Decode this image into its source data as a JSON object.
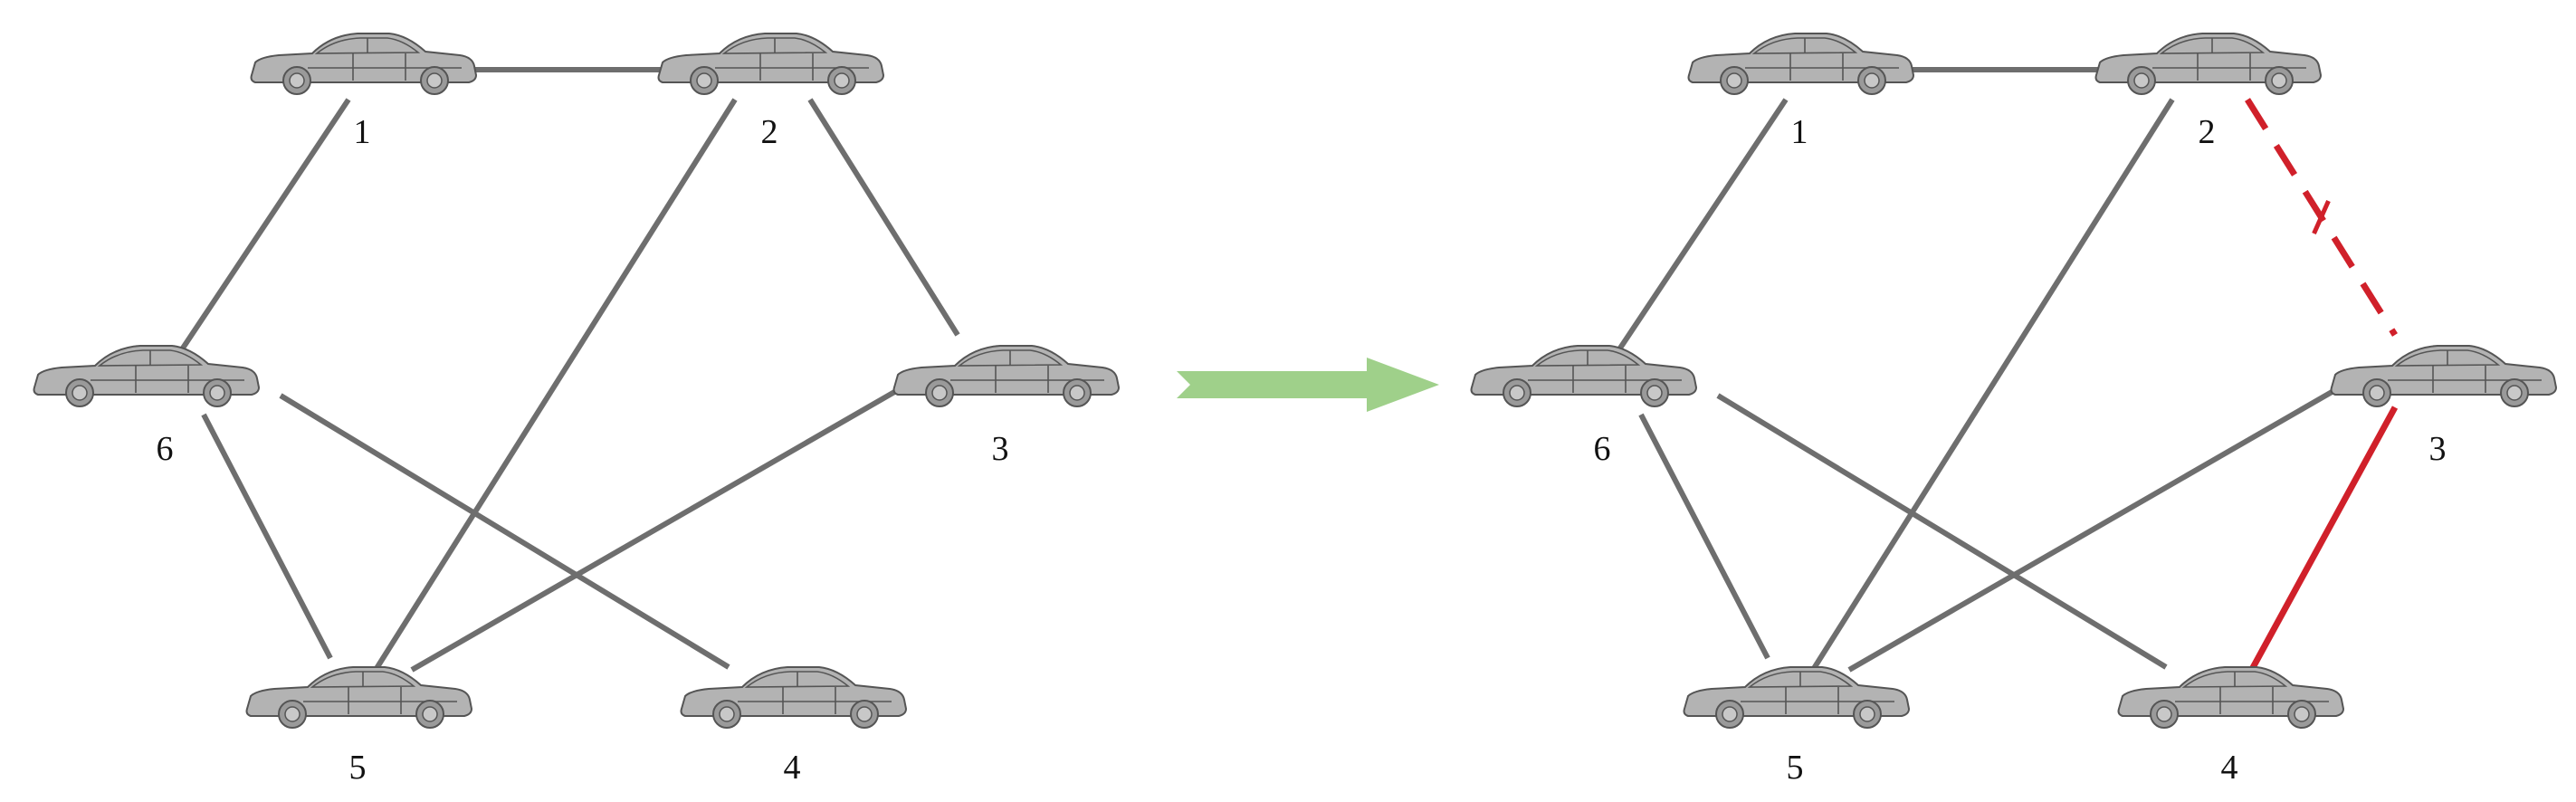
{
  "colors": {
    "edge": "#6e6e6e",
    "changed_edge": "#d0202a",
    "car_body": "#b3b3b3",
    "car_outline": "#555555",
    "arrow": "#9fd08a"
  },
  "icons": {
    "vehicle": "car-icon",
    "transition": "arrow-right-icon",
    "cut_marker": "slash-icon"
  },
  "panels": [
    {
      "id": "before",
      "nodes": [
        {
          "id": 1,
          "label": "1"
        },
        {
          "id": 2,
          "label": "2"
        },
        {
          "id": 3,
          "label": "3"
        },
        {
          "id": 4,
          "label": "4"
        },
        {
          "id": 5,
          "label": "5"
        },
        {
          "id": 6,
          "label": "6"
        }
      ],
      "edges": [
        {
          "from": 1,
          "to": 2,
          "style": "solid"
        },
        {
          "from": 1,
          "to": 6,
          "style": "solid"
        },
        {
          "from": 2,
          "to": 5,
          "style": "solid"
        },
        {
          "from": 2,
          "to": 3,
          "style": "solid"
        },
        {
          "from": 3,
          "to": 5,
          "style": "solid"
        },
        {
          "from": 6,
          "to": 5,
          "style": "solid"
        },
        {
          "from": 6,
          "to": 4,
          "style": "solid"
        }
      ]
    },
    {
      "id": "after",
      "nodes": [
        {
          "id": 1,
          "label": "1"
        },
        {
          "id": 2,
          "label": "2"
        },
        {
          "id": 3,
          "label": "3"
        },
        {
          "id": 4,
          "label": "4"
        },
        {
          "id": 5,
          "label": "5"
        },
        {
          "id": 6,
          "label": "6"
        }
      ],
      "edges": [
        {
          "from": 1,
          "to": 2,
          "style": "solid"
        },
        {
          "from": 1,
          "to": 6,
          "style": "solid"
        },
        {
          "from": 2,
          "to": 5,
          "style": "solid"
        },
        {
          "from": 2,
          "to": 3,
          "style": "broken"
        },
        {
          "from": 3,
          "to": 5,
          "style": "solid"
        },
        {
          "from": 6,
          "to": 5,
          "style": "solid"
        },
        {
          "from": 6,
          "to": 4,
          "style": "solid"
        },
        {
          "from": 3,
          "to": 4,
          "style": "new"
        }
      ]
    }
  ]
}
